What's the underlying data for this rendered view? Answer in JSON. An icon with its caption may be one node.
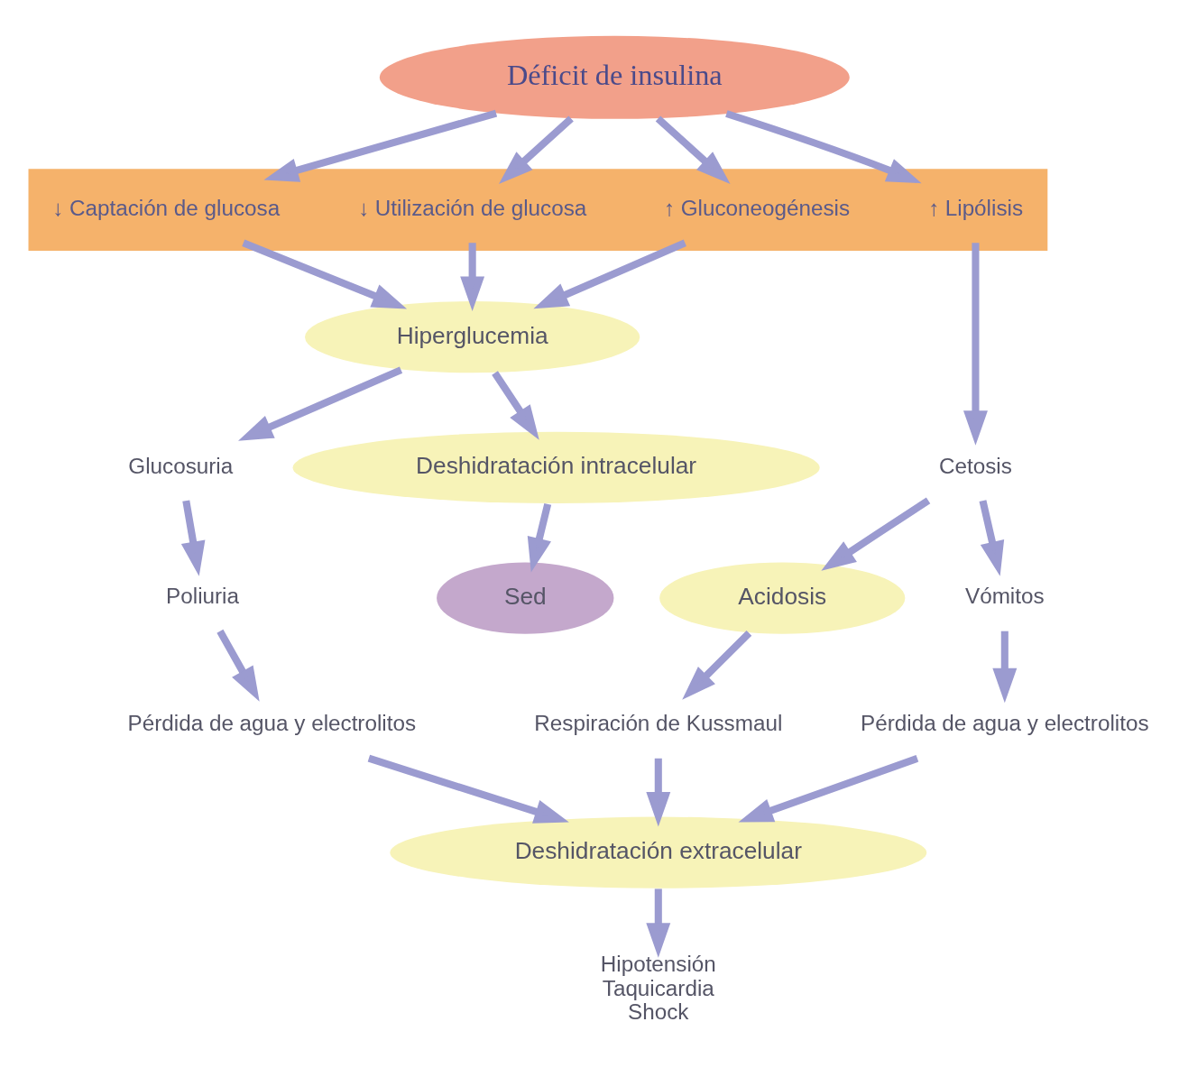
{
  "diagram": {
    "nodes": [
      {
        "text": [
          "Déficit de insulina"
        ]
      },
      {
        "text": [],
        "shape": "bar"
      },
      {
        "text": [
          "↓ Captación de glucosa"
        ],
        "in": 1
      },
      {
        "text": [
          "↓ Utilización de glucosa"
        ],
        "in": 1
      },
      {
        "text": [
          "↑ Gluconeogénesis"
        ],
        "in": 1
      },
      {
        "text": [
          "↑ Lipólisis"
        ],
        "in": 1
      },
      {
        "text": [
          "Hiperglucemia"
        ]
      },
      {
        "text": [
          "Cetosis"
        ]
      },
      {
        "text": [
          "Glucosuria"
        ]
      },
      {
        "text": [
          "Deshidratación intracelular"
        ]
      },
      {
        "text": [
          "Acidosis"
        ]
      },
      {
        "text": [
          "Vómitos"
        ]
      },
      {
        "text": [
          "Poliuria"
        ]
      },
      {
        "text": [
          "Sed"
        ]
      },
      {
        "text": [
          "Respiración de Kussmaul"
        ]
      },
      {
        "text": [
          "Pérdida de agua y electrolitos"
        ]
      },
      {
        "text": [
          "Pérdida de agua y electrolitos"
        ]
      },
      {
        "text": [
          "Deshidratación extracelular"
        ]
      },
      {
        "text": [
          "Hipotensión",
          "Taquicardia",
          "Shock"
        ]
      }
    ],
    "edges": [
      {
        "from": 0,
        "to": 2,
        "arrow": "to"
      },
      {
        "from": 0,
        "to": 3,
        "arrow": "to"
      },
      {
        "from": 0,
        "to": 4,
        "arrow": "to"
      },
      {
        "from": 0,
        "to": 5,
        "arrow": "to"
      },
      {
        "from": 2,
        "to": 6,
        "arrow": "to"
      },
      {
        "from": 3,
        "to": 6,
        "arrow": "to"
      },
      {
        "from": 4,
        "to": 6,
        "arrow": "to"
      },
      {
        "from": 5,
        "to": 7,
        "arrow": "to"
      },
      {
        "from": 6,
        "to": 8,
        "arrow": "to"
      },
      {
        "from": 6,
        "to": 9,
        "arrow": "to"
      },
      {
        "from": 7,
        "to": 10,
        "arrow": "to"
      },
      {
        "from": 7,
        "to": 11,
        "arrow": "to"
      },
      {
        "from": 8,
        "to": 12,
        "arrow": "to"
      },
      {
        "from": 9,
        "to": 13,
        "arrow": "to"
      },
      {
        "from": 10,
        "to": 14,
        "arrow": "to"
      },
      {
        "from": 11,
        "to": 15,
        "arrow": "to"
      },
      {
        "from": 12,
        "to": 16,
        "arrow": "to"
      },
      {
        "from": 16,
        "to": 17,
        "arrow": "to"
      },
      {
        "from": 14,
        "to": 17,
        "arrow": "to"
      },
      {
        "from": 15,
        "to": 17,
        "arrow": "to"
      },
      {
        "from": 17,
        "to": 18,
        "arrow": "to"
      }
    ]
  }
}
